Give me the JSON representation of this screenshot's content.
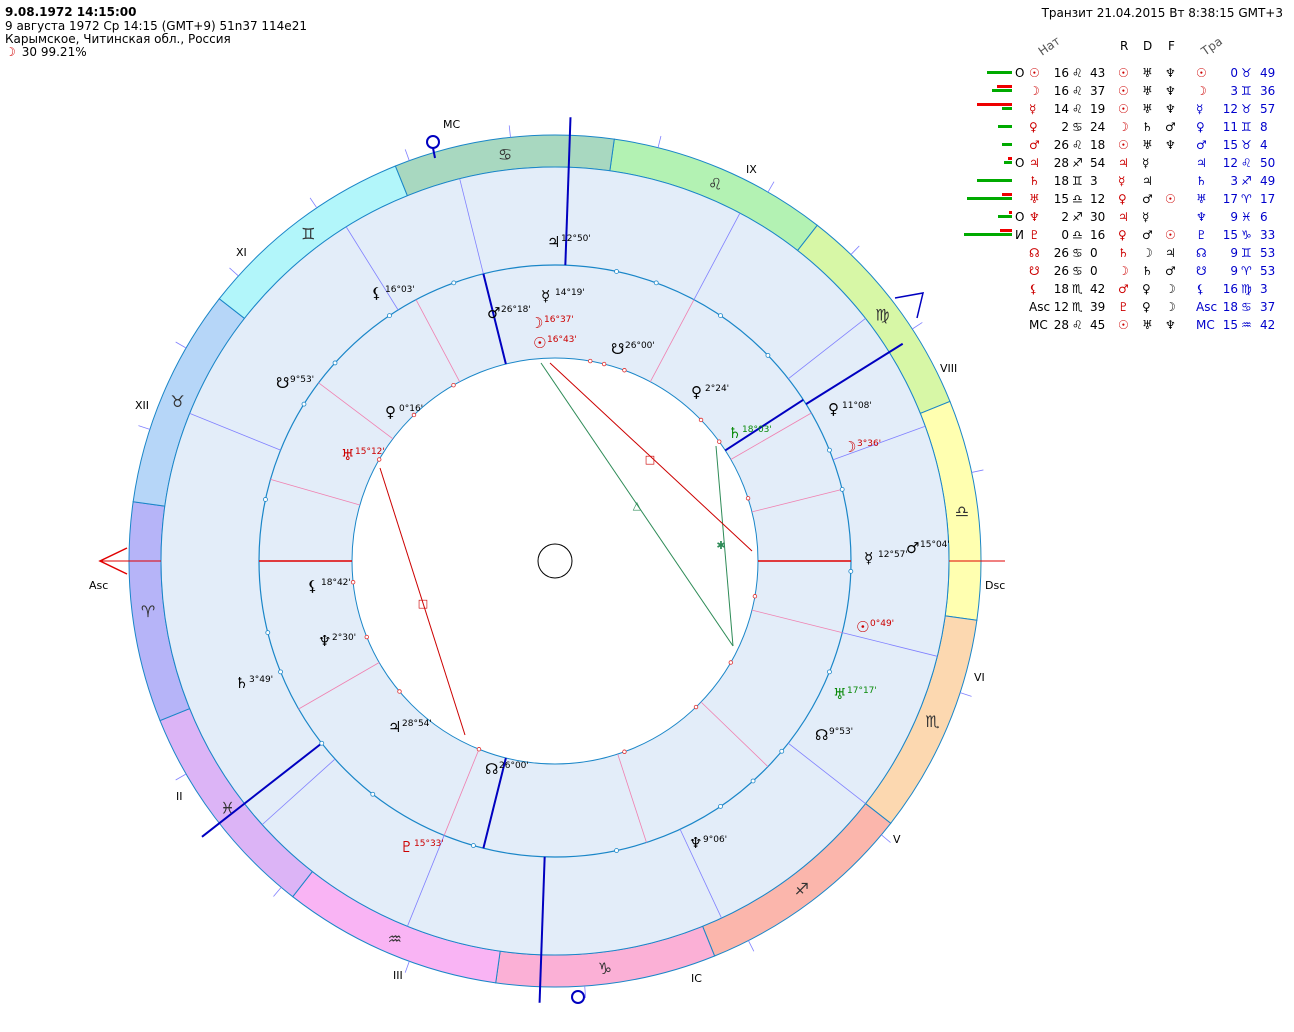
{
  "header": {
    "title": "9.08.1972 14:15:00",
    "line2": "9 августа 1972  Ср  14:15 (GMT+9) 51n37  114e21",
    "line3": "Карымское, Читинская обл., Россия",
    "moon_glyph": "☽",
    "moon_info": "30 99.21%"
  },
  "transit_title": "Транзит 21.04.2015  Вт  8:38:15 GMT+3",
  "colors": {
    "natal": "#000000",
    "transit": "#cc0000",
    "table_transit": "#0000cc",
    "wheel_fill": "#e3edf9",
    "ring_stroke": "#1a86c8",
    "house_cusp": "#8080ff",
    "axis": "#0000c0",
    "aspect_trine": "#2e8b57",
    "aspect_square": "#cc0000",
    "strength_good": "#00aa00",
    "strength_bad": "#ee0000"
  },
  "chart_data": {
    "type": "natal_transit_wheel",
    "angle_labels": {
      "asc": "Asc",
      "dsc": "Dsc",
      "mc": "MC",
      "ic": "IC"
    },
    "house_labels": [
      "II",
      "III",
      "V",
      "VI",
      "VIII",
      "IX",
      "XI",
      "XII"
    ],
    "zodiac_glyphs": [
      "♌",
      "♍",
      "♎",
      "♏",
      "♐",
      "♑",
      "♒",
      "♓",
      "♈",
      "♉",
      "♊",
      "♋"
    ],
    "outer_points": [
      {
        "glyph": "♃",
        "label": "12°50'"
      },
      {
        "glyph": "⚸",
        "label": "16°03'"
      },
      {
        "glyph": "☋",
        "label": "9°53'"
      },
      {
        "glyph": "♀",
        "label": "11°08'"
      },
      {
        "glyph": "☽",
        "label": "3°36'",
        "transit": true
      },
      {
        "glyph": "♂",
        "label": "15°04'"
      },
      {
        "glyph": "☿",
        "label": "12°57'"
      },
      {
        "glyph": "☉",
        "label": "0°49'",
        "transit": true
      },
      {
        "glyph": "♅",
        "label": "17°17'",
        "green": true
      },
      {
        "glyph": "☊",
        "label": "9°53'"
      },
      {
        "glyph": "♆",
        "label": "9°06'"
      },
      {
        "glyph": "♇",
        "label": "15°33'",
        "transit": true
      },
      {
        "glyph": "♄",
        "label": "3°49'"
      },
      {
        "glyph": "♆",
        "label": "2°30'"
      },
      {
        "glyph": "⚸",
        "label": "18°42'"
      }
    ],
    "inner_points": [
      {
        "glyph": "☿",
        "label": "14°19'"
      },
      {
        "glyph": "♂",
        "label": "26°18'"
      },
      {
        "glyph": "☽",
        "label": "16°37'",
        "transit": true
      },
      {
        "glyph": "☉",
        "label": "16°43'",
        "transit": true
      },
      {
        "glyph": "☋",
        "label": "26°00'"
      },
      {
        "glyph": "♀",
        "label": "2°24'"
      },
      {
        "glyph": "♄",
        "label": "18°03'",
        "green": true
      },
      {
        "glyph": "♀",
        "label": "0°16'"
      },
      {
        "glyph": "♅",
        "label": "15°12'",
        "transit": true
      },
      {
        "glyph": "♃",
        "label": "28°54'"
      },
      {
        "glyph": "☊",
        "label": "26°00'"
      }
    ],
    "aspect_symbols": [
      "□",
      "△",
      "✱",
      "□"
    ]
  },
  "table": {
    "headers": {
      "natal": "Нат",
      "r": "R",
      "d": "D",
      "f": "F",
      "transit": "Тра"
    },
    "rows": [
      {
        "flag": "O",
        "planet": "☉",
        "deg": "16",
        "sign": "♌",
        "min": "43",
        "r": "☉",
        "d": "♅",
        "f": "♆",
        "tp": "☉",
        "tdeg": "0",
        "tsign": "♉",
        "tmin": "49",
        "bar": [
          0,
          25
        ]
      },
      {
        "flag": "",
        "planet": "☽",
        "deg": "16",
        "sign": "♌",
        "min": "37",
        "r": "☉",
        "d": "♅",
        "f": "♆",
        "tp": "☽",
        "tdeg": "3",
        "tsign": "♊",
        "tmin": "36",
        "bar": [
          15,
          20
        ]
      },
      {
        "flag": "",
        "planet": "☿",
        "deg": "14",
        "sign": "♌",
        "min": "19",
        "r": "☉",
        "d": "♅",
        "f": "♆",
        "tp": "☿",
        "tdeg": "12",
        "tsign": "♉",
        "tmin": "57",
        "bar": [
          35,
          10
        ]
      },
      {
        "flag": "",
        "planet": "♀",
        "deg": "2",
        "sign": "♋",
        "min": "24",
        "r": "☽",
        "d": "♄",
        "f": "♂",
        "tp": "♀",
        "tdeg": "11",
        "tsign": "♊",
        "tmin": "8",
        "bar": [
          0,
          14
        ]
      },
      {
        "flag": "",
        "planet": "♂",
        "deg": "26",
        "sign": "♌",
        "min": "18",
        "r": "☉",
        "d": "♅",
        "f": "♆",
        "tp": "♂",
        "tdeg": "15",
        "tsign": "♉",
        "tmin": "4",
        "bar": [
          0,
          10
        ]
      },
      {
        "flag": "O",
        "planet": "♃",
        "deg": "28",
        "sign": "♐",
        "min": "54",
        "r": "♃",
        "d": "☿",
        "f": "",
        "tp": "♃",
        "tdeg": "12",
        "tsign": "♌",
        "tmin": "50",
        "bar": [
          4,
          8
        ]
      },
      {
        "flag": "",
        "planet": "♄",
        "deg": "18",
        "sign": "♊",
        "min": "3",
        "r": "☿",
        "d": "♃",
        "f": "",
        "tp": "♄",
        "tdeg": "3",
        "tsign": "♐",
        "tmin": "49",
        "bar": [
          0,
          35
        ]
      },
      {
        "flag": "",
        "planet": "♅",
        "deg": "15",
        "sign": "♎",
        "min": "12",
        "r": "♀",
        "d": "♂",
        "f": "☉",
        "tp": "♅",
        "tdeg": "17",
        "tsign": "♈",
        "tmin": "17",
        "bar": [
          10,
          45
        ]
      },
      {
        "flag": "O",
        "planet": "♆",
        "deg": "2",
        "sign": "♐",
        "min": "30",
        "r": "♃",
        "d": "☿",
        "f": "",
        "tp": "♆",
        "tdeg": "9",
        "tsign": "♓",
        "tmin": "6",
        "bar": [
          3,
          14
        ]
      },
      {
        "flag": "И",
        "planet": "♇",
        "deg": "0",
        "sign": "♎",
        "min": "16",
        "r": "♀",
        "d": "♂",
        "f": "☉",
        "tp": "♇",
        "tdeg": "15",
        "tsign": "♑",
        "tmin": "33",
        "bar": [
          12,
          48
        ]
      },
      {
        "flag": "",
        "planet": "☊",
        "deg": "26",
        "sign": "♋",
        "min": "0",
        "r": "♄",
        "d": "☽",
        "f": "♃",
        "tp": "☊",
        "tdeg": "9",
        "tsign": "♊",
        "tmin": "53",
        "bar": [
          0,
          0
        ]
      },
      {
        "flag": "",
        "planet": "☋",
        "deg": "26",
        "sign": "♋",
        "min": "0",
        "r": "☽",
        "d": "♄",
        "f": "♂",
        "tp": "☋",
        "tdeg": "9",
        "tsign": "♈",
        "tmin": "53",
        "bar": [
          0,
          0
        ]
      },
      {
        "flag": "",
        "planet": "⚸",
        "deg": "18",
        "sign": "♏",
        "min": "42",
        "r": "♂",
        "d": "♀",
        "f": "☽",
        "tp": "⚸",
        "tdeg": "16",
        "tsign": "♍",
        "tmin": "3",
        "bar": [
          0,
          0
        ]
      },
      {
        "flag": "",
        "planet": "Asc",
        "deg": "12",
        "sign": "♏",
        "min": "39",
        "r": "♇",
        "d": "♀",
        "f": "☽",
        "tp": "Asc",
        "tdeg": "18",
        "tsign": "♋",
        "tmin": "37",
        "bar": [
          0,
          0
        ]
      },
      {
        "flag": "",
        "planet": "MC",
        "deg": "28",
        "sign": "♌",
        "min": "45",
        "r": "☉",
        "d": "♅",
        "f": "♆",
        "tp": "MC",
        "tdeg": "15",
        "tsign": "♒",
        "tmin": "42",
        "bar": [
          0,
          0
        ]
      }
    ]
  }
}
